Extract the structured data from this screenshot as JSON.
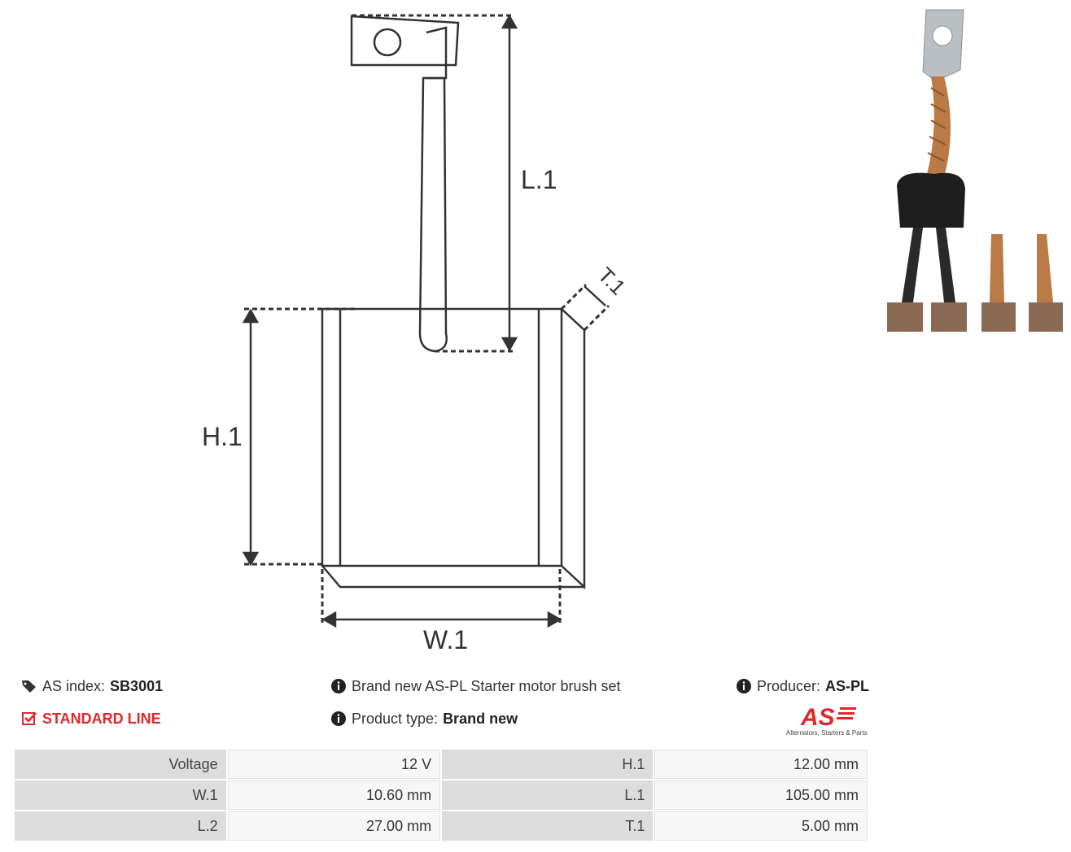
{
  "drawing": {
    "labels": {
      "l1": "L.1",
      "h1": "H.1",
      "w1": "W.1",
      "t1": "T.1"
    }
  },
  "info": {
    "as_index_label": "AS index:",
    "as_index_value": "SB3001",
    "line_label": "STANDARD LINE",
    "description": "Brand new AS-PL Starter motor brush set",
    "product_type_label": "Product type:",
    "product_type_value": "Brand new",
    "producer_label": "Producer:",
    "producer_value": "AS-PL"
  },
  "logo": {
    "mark": "AS",
    "tagline": "Alternators, Starters & Parts"
  },
  "specs": [
    {
      "k1": "Voltage",
      "v1": "12 V",
      "k2": "H.1",
      "v2": "12.00 mm"
    },
    {
      "k1": "W.1",
      "v1": "10.60 mm",
      "k2": "L.1",
      "v2": "105.00 mm"
    },
    {
      "k1": "L.2",
      "v1": "27.00 mm",
      "k2": "T.1",
      "v2": "5.00 mm"
    }
  ],
  "colors": {
    "accent": "#e0272b",
    "copper": "#b97a45",
    "carbon": "#8a6a55"
  }
}
